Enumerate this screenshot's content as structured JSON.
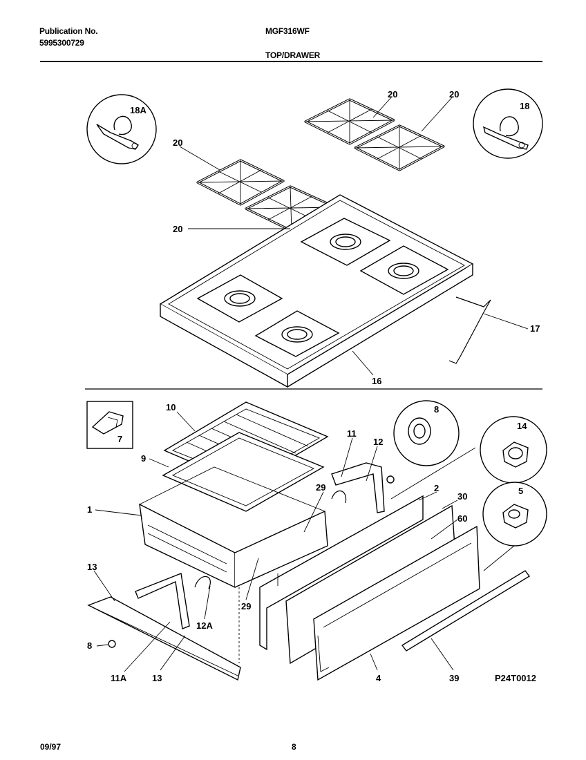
{
  "header": {
    "publication_label": "Publication No.",
    "publication_number": "5995300729",
    "model": "MGF316WF",
    "section": "TOP/DRAWER"
  },
  "footer": {
    "date": "09/97",
    "page": "8"
  },
  "diagram_code": "P24T0012",
  "callouts": {
    "c18A": "18A",
    "c18": "18",
    "c20a": "20",
    "c20b": "20",
    "c20c": "20",
    "c20d": "20",
    "c17": "17",
    "c16": "16",
    "c10": "10",
    "c7": "7",
    "c9": "9",
    "c1": "1",
    "c11": "11",
    "c12": "12",
    "c8top": "8",
    "c14": "14",
    "c29a": "29",
    "c2": "2",
    "c30": "30",
    "c60": "60",
    "c5": "5",
    "c13a": "13",
    "c29b": "29",
    "c12A": "12A",
    "c8": "8",
    "c11A": "11A",
    "c13b": "13",
    "c4": "4",
    "c39": "39"
  }
}
